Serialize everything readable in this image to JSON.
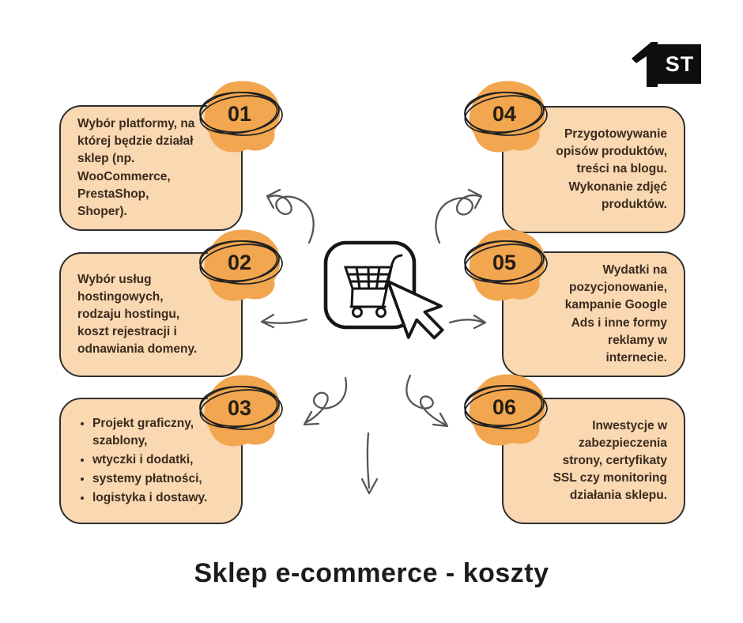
{
  "title": "Sklep e-commerce - koszty",
  "logo": {
    "numeral": "1",
    "label": "ST"
  },
  "icons": {
    "center": "shopping-cart-with-cursor-icon",
    "badge_style": "hand-drawn-ellipse-on-orange-blob",
    "connectors": "hand-drawn-curly-arrows"
  },
  "colors": {
    "box_fill": "#F9D8B2",
    "box_border": "#2F2F2F",
    "blob_orange": "#F1A64F",
    "text": "#3A2B1E",
    "arrow": "#565656",
    "title": "#1C1C1E",
    "logo_bg": "#0E0E0E",
    "logo_text": "#FFFFFF"
  },
  "boxes": [
    {
      "number": "01",
      "text": "Wybór platformy, na\nktórej będzie działał\nsklep (np.\nWooCommerce,\nPrestaShop,\nShoper)."
    },
    {
      "number": "02",
      "text": "Wybór usług\nhostingowych,\nrodzaju hostingu,\nkoszt rejestracji i\nodnawiania domeny."
    },
    {
      "number": "03",
      "bullets": [
        "Projekt graficzny,\nszablony,",
        "wtyczki i dodatki,",
        "systemy płatności,",
        "logistyka i dostawy."
      ]
    },
    {
      "number": "04",
      "text": "Przygotowywanie\nopisów produktów,\ntreści na blogu.\nWykonanie zdjęć\nproduktów."
    },
    {
      "number": "05",
      "text": "Wydatki na\npozycjonowanie,\nkampanie Google\nAds i inne formy\nreklamy w\ninternecie."
    },
    {
      "number": "06",
      "text": "Inwestycje w\nzabezpieczenia\nstrony, certyfikaty\nSSL czy monitoring\ndziałania sklepu."
    }
  ]
}
